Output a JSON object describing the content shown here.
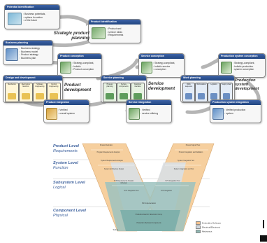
{
  "cards": {
    "potential": {
      "title": "Potential identification",
      "bullets": [
        "Business potentials,",
        "options for action",
        "of the future"
      ]
    },
    "product_id": {
      "title": "Product identification",
      "bullets": [
        "Product and",
        "service ideas",
        "Requirements"
      ]
    },
    "business": {
      "title": "Business planning",
      "bullets": [
        "Business strategy",
        "Business model",
        "Product strategy",
        "Business plan"
      ]
    },
    "product_concept": {
      "title": "Product conception",
      "bullets": [
        "Strategy-compliant,",
        "holistic",
        "Product conception"
      ]
    },
    "service_concept": {
      "title": "Service conception",
      "bullets": [
        "Strategy-compliant,",
        "holistic service",
        "conception"
      ]
    },
    "prod_sys_concept": {
      "title": "Production system conception",
      "bullets": [
        "Strategy-compliant,",
        "holistic production",
        "system conception"
      ]
    },
    "design": {
      "title": "Design and development",
      "tiles": [
        "Mechanics",
        "Electronics/ Electrics",
        "Software Engineering",
        "Control Engineering"
      ]
    },
    "service_planning": {
      "title": "Service planning",
      "tiles": [
        "Process planning",
        "Service components",
        "Customer interface"
      ]
    },
    "work_planning": {
      "title": "Work planning",
      "tiles": [
        "Work sequence",
        "Work station",
        "Logistics",
        "Supply chain"
      ]
    },
    "product_integration": {
      "title": "Product integration",
      "bullets": [
        "Verified",
        "overall system"
      ]
    },
    "service_integration": {
      "title": "Service integration",
      "bullets": [
        "Verified",
        "service offering"
      ]
    },
    "prod_sys_integration": {
      "title": "Production system integration",
      "bullets": [
        "Verified production",
        "system"
      ]
    }
  },
  "phases": {
    "strategic": "Strategic product planning",
    "product_dev": "Product development",
    "service_dev": "Service development",
    "prod_sys_dev": "Production system development"
  },
  "vmodel": {
    "levels": [
      {
        "name": "Product Level",
        "sub": "Requirements"
      },
      {
        "name": "System Level",
        "sub": "Function"
      },
      {
        "name": "Subsystem Level",
        "sub": "Logical"
      },
      {
        "name": "Component Level",
        "sub": "Physical"
      }
    ],
    "left_boxes": [
      "Product Definition",
      "Program Requirements Analysis",
      "System Requirements Analysis",
      "System Architecture Design",
      "SYS Requirements Analysis & Design",
      "SYS Integration Test"
    ],
    "right_boxes": [
      "Product Signoff Test",
      "Product Integration and Validation",
      "System Integration Test",
      "System Integration and Test",
      "SYS Integration Test",
      "SYS Integration"
    ],
    "bottom_boxes": [
      "SW Implementation",
      "Production Electric / Electronic Comp.",
      "Production Mechanic Components",
      "Tooling"
    ],
    "legend": [
      "Embedded Software",
      "Electrical/Electronic",
      "Mechanics"
    ],
    "colors": {
      "software": "#f4c28e",
      "electronic": "#cfd8df",
      "mechanics": "#8fb8b4"
    }
  },
  "accents": {
    "header_blue": "#2b4f8f",
    "tile_green": "#5e9c5c",
    "tile_yellow": "#e9c254"
  }
}
